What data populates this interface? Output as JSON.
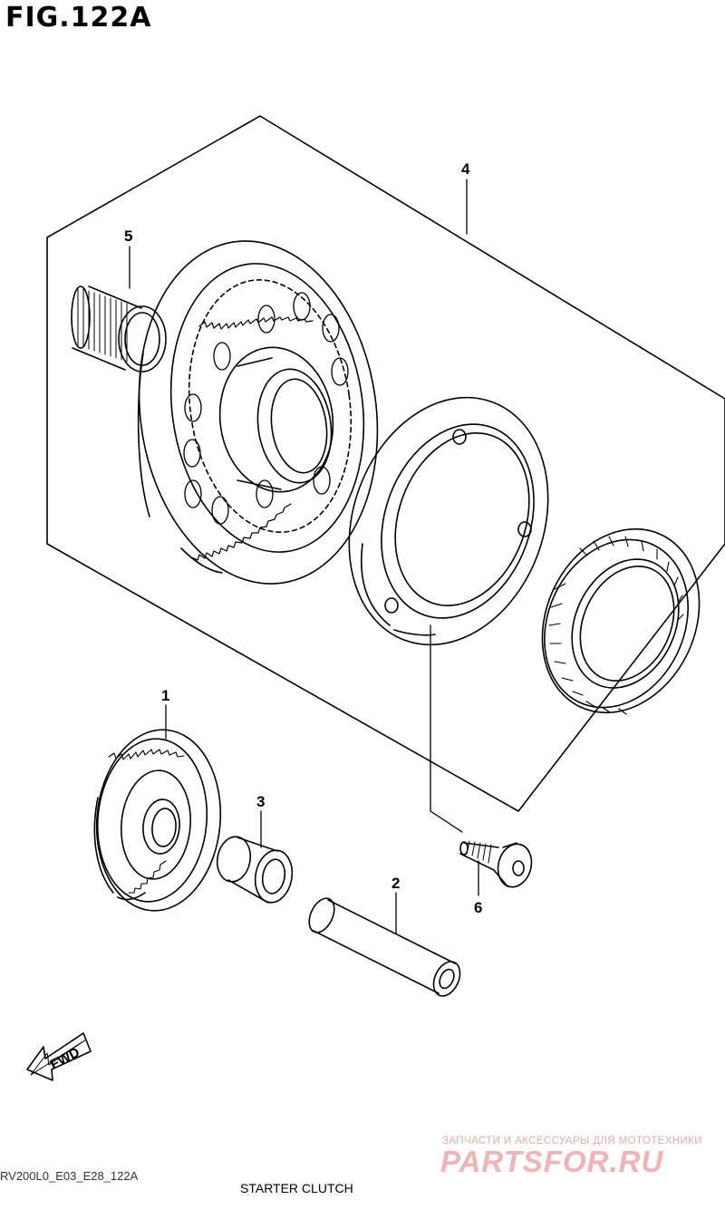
{
  "figure": {
    "title": "FIG.122A",
    "caption": "STARTER CLUTCH",
    "code": "RV200L0_E03_E28_122A"
  },
  "callouts": {
    "c1": "1",
    "c2": "2",
    "c3": "3",
    "c4": "4",
    "c5": "5",
    "c6": "6"
  },
  "fwd": "FWD",
  "watermark": {
    "subtitle": "ЗАПЧАСТИ И АКСЕССУАРЫ ДЛЯ МОТОТЕХНИКИ",
    "logo": "PARTSFOR.RU"
  }
}
